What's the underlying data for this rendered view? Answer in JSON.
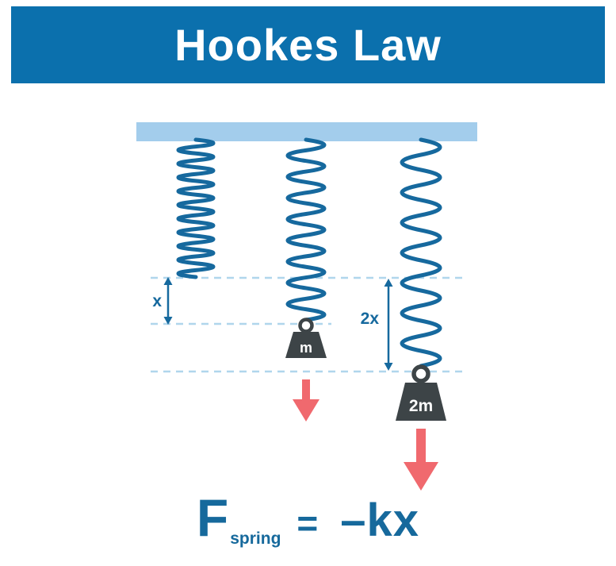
{
  "title": "Hookes Law",
  "diagram": {
    "x_label": "x",
    "two_x_label": "2x",
    "mass_m_label": "m",
    "mass_2m_label": "2m"
  },
  "formula": {
    "symbol": "F",
    "subscript": "spring",
    "equals": "=",
    "expression": "–kx"
  },
  "colors": {
    "banner": "#0b70ad",
    "title_text": "#ffffff",
    "ceiling": "#a3cdec",
    "spring": "#16699e",
    "dashed_line": "#b0d6ec",
    "measurement": "#16699e",
    "weight": "#3d4447",
    "force_arrow": "#f0696e",
    "formula_text": "#16699c"
  }
}
